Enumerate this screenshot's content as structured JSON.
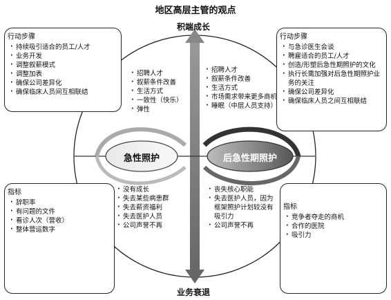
{
  "title": "地区高层主管的观点",
  "axis": {
    "top": "积端成长",
    "bottom": "业务衰退"
  },
  "ovals": {
    "left": "急性照护",
    "right": "后急性期照护"
  },
  "corner_boxes": {
    "top_left": {
      "title": "行动步骤",
      "items": [
        "持续吸引适合的员工/人才",
        "业务开发",
        "调整叙薪模式",
        "调整加表",
        "确保公司差异化",
        "确保临床人员间互相联结"
      ]
    },
    "top_right": {
      "title": "行动步骤",
      "items": [
        "与急诊医生会谈",
        "聘雇适合的员工/人才",
        "创造/形塑后急性期照护的文化",
        "执行长需加强对后急性期照护业务的关注",
        "确保公司差异化",
        "确保临床人员之间互相联结"
      ]
    },
    "bottom_left": {
      "title": "指标",
      "items": [
        "辞职率",
        "有问题的文件",
        "看诊人次（营收）",
        "整体营运数字"
      ]
    },
    "bottom_right": {
      "title": "指标",
      "items": [
        "竞争者夺走的商机",
        "合作的医院",
        "吸引力"
      ]
    }
  },
  "quadrants": {
    "upper_left": [
      "招聘人才",
      "叙薪条件改善",
      "生活方式",
      "一致性（快乐）",
      "弹性"
    ],
    "upper_right": [
      "招聘人才",
      "叙薪条件改善",
      "生活方式",
      "市场需求带来更多商机",
      "睡眠（中层人员支持）"
    ],
    "lower_left": [
      "没有成长",
      "失去某些病患群",
      "失去薪资福利",
      "失去医护人员",
      "公司声誉不再"
    ],
    "lower_right": [
      "丧失核心职能",
      "失去医护人员，因为框架照护计划较没有吸引力",
      "公司声誉不再"
    ]
  }
}
